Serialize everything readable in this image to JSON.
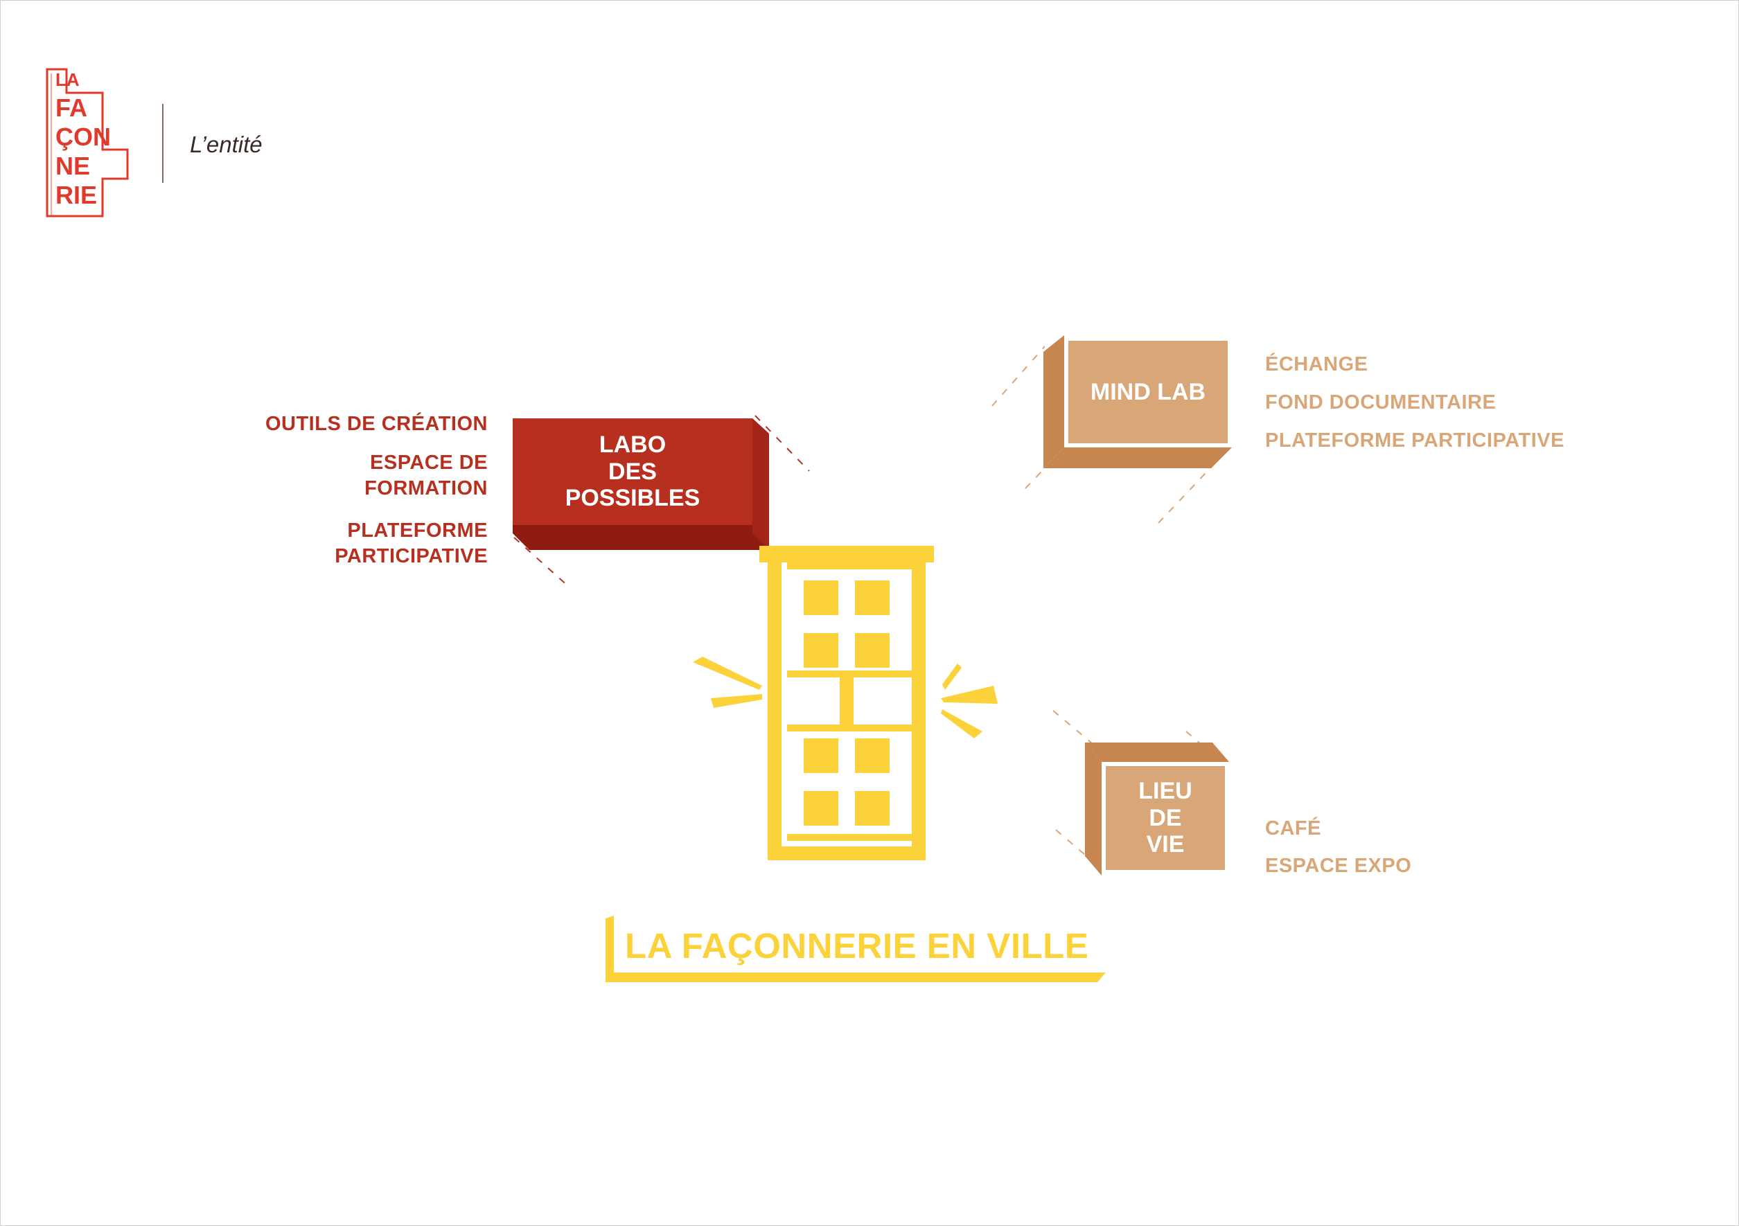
{
  "header": {
    "logo_lines": [
      "LA",
      "FA",
      "ÇON",
      "NE",
      "RIE"
    ],
    "subtitle": "L’entité"
  },
  "colors": {
    "red": "#b7301f",
    "red_dark": "#8f1a10",
    "tan": "#d9a677",
    "tan_dark": "#c78550",
    "yellow": "#fcd23a",
    "logo_red": "#e03a2c"
  },
  "center": {
    "title": "LA FAÇONNERIE EN VILLE",
    "icon": "building-icon"
  },
  "labo": {
    "box_lines": [
      "LABO",
      "DES",
      "POSSIBLES"
    ],
    "items": [
      {
        "lines": [
          "OUTILS DE CRÉATION"
        ]
      },
      {
        "lines": [
          "ESPACE DE",
          "FORMATION"
        ]
      },
      {
        "lines": [
          "PLATEFORME",
          "PARTICIPATIVE"
        ]
      }
    ]
  },
  "mindlab": {
    "box_label": "MIND LAB",
    "items": [
      "ÉCHANGE",
      "FOND DOCUMENTAIRE",
      "PLATEFORME PARTICIPATIVE"
    ]
  },
  "lieu": {
    "box_lines": [
      "LIEU",
      "DE",
      "VIE"
    ],
    "items": [
      "CAFÉ",
      "ESPACE EXPO"
    ]
  }
}
